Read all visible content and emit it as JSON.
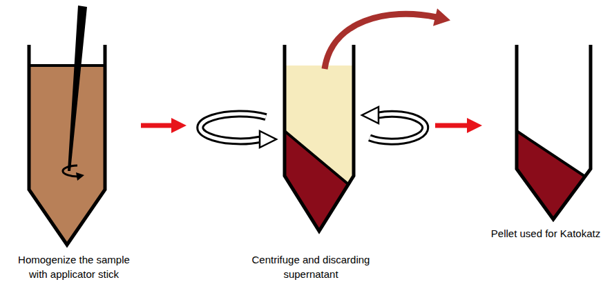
{
  "diagram": {
    "nodes": [
      {
        "text": [
          "Homogenize the sample with applicator stick"
        ]
      },
      {
        "text": [
          "Centrifuge and discarding supernatant"
        ]
      },
      {
        "text": [
          "Pellet used for Katokatz"
        ]
      }
    ],
    "edges": [
      {
        "from": 0,
        "to": 1,
        "arrow": "to"
      },
      {
        "from": 1,
        "to": 2,
        "arrow": "to"
      }
    ]
  }
}
